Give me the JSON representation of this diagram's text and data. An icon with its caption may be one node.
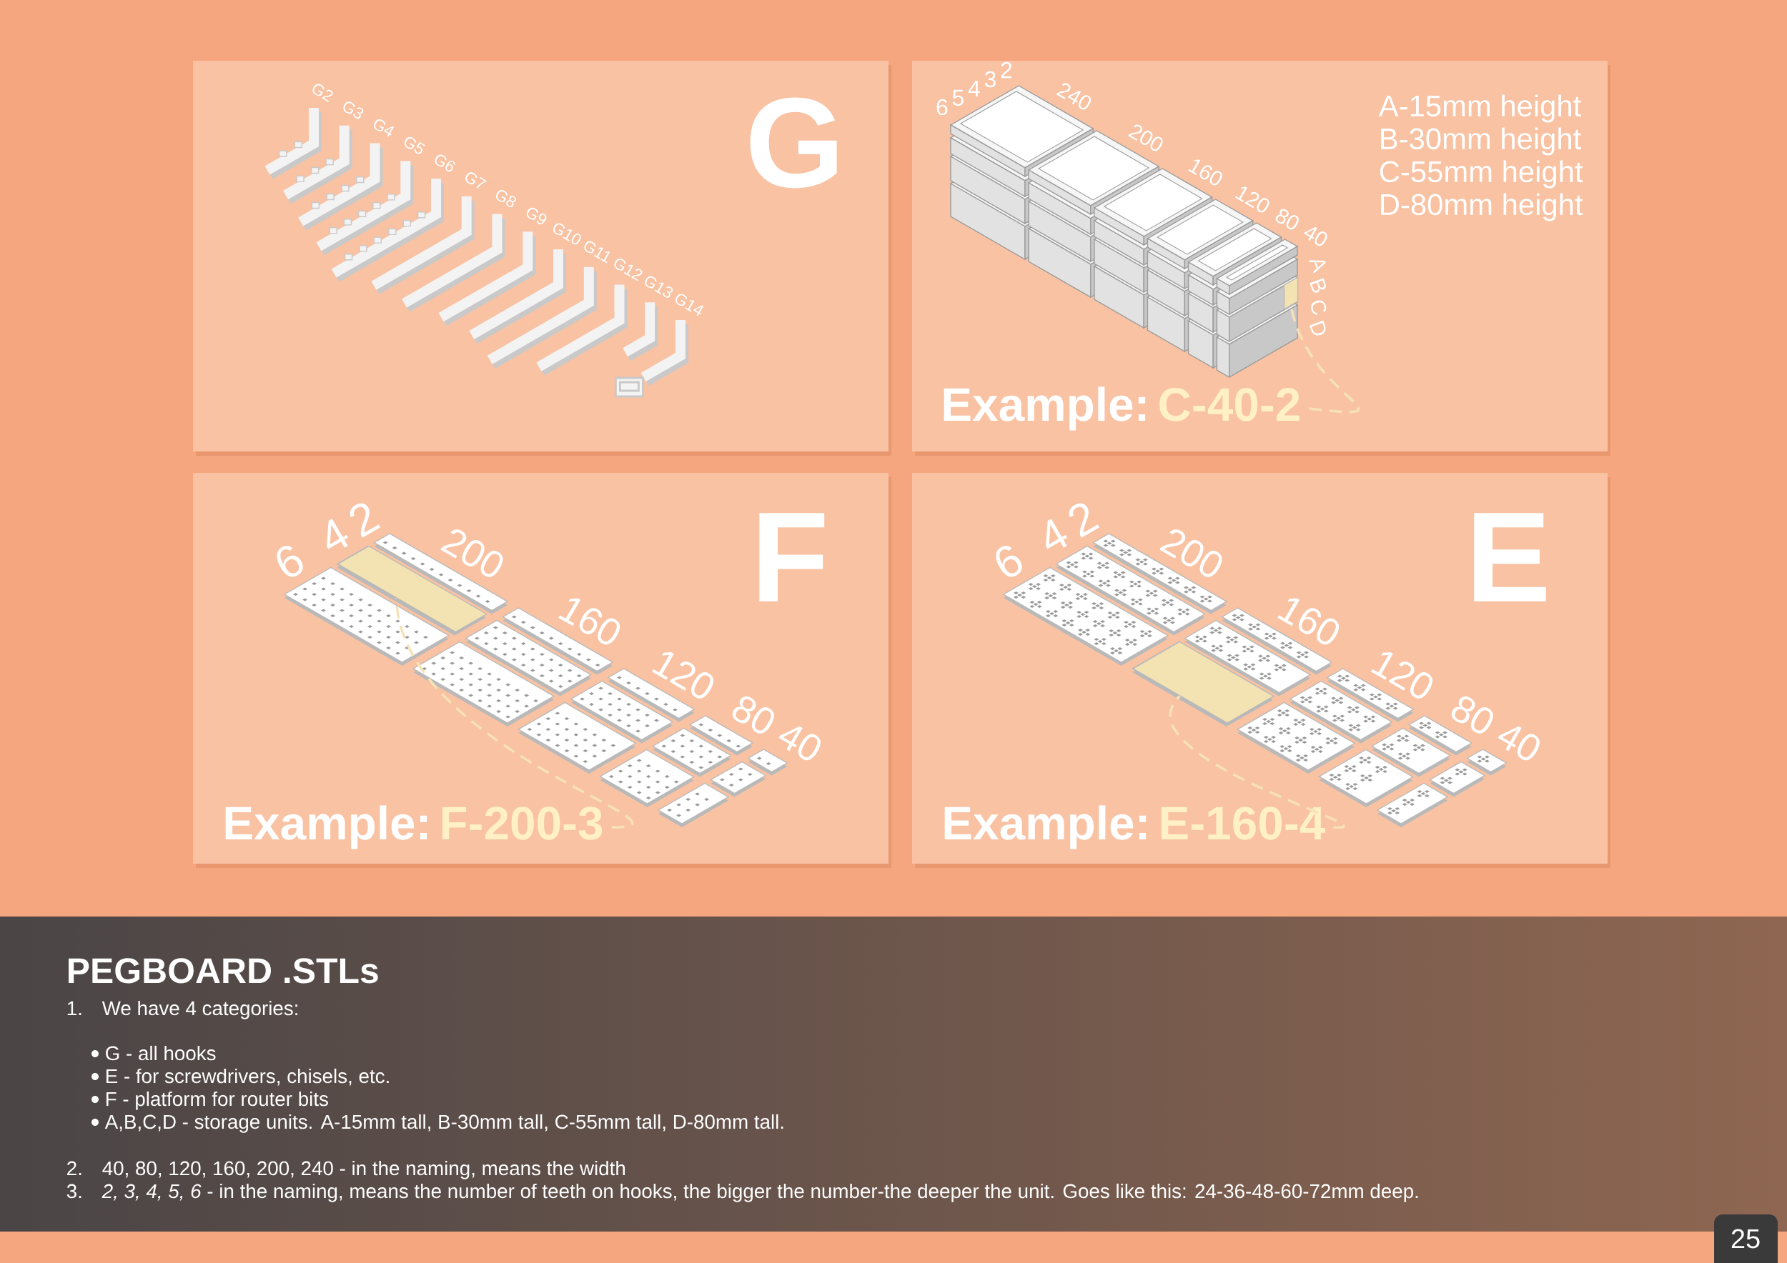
{
  "diagram": {
    "title": "PEGBOARD .STLs",
    "nodes": [
      {
        "text": [
          "Example:",
          "C-40-2"
        ]
      },
      {
        "text": [],
        "shape": "box"
      },
      {
        "text": [
          "Example:",
          "F-200-3"
        ]
      },
      {
        "text": [],
        "shape": "box"
      },
      {
        "text": [
          "Example:",
          "E-160-4"
        ]
      },
      {
        "text": [],
        "shape": "box"
      }
    ],
    "edges": [
      {
        "from": 0,
        "to": 1,
        "arrow": "none",
        "style": "dashed"
      },
      {
        "from": 2,
        "to": 3,
        "arrow": "none",
        "style": "dashed"
      },
      {
        "from": 4,
        "to": 5,
        "arrow": "none",
        "style": "dashed"
      }
    ],
    "labels": [
      "G2",
      "G3",
      "G4",
      "G5",
      "G6",
      "G7",
      "G8",
      "G9",
      "G10",
      "G11",
      "G12",
      "G13",
      "G14",
      "G",
      "6",
      "5",
      "4",
      "3",
      "2",
      "240",
      "200",
      "160",
      "120",
      "80",
      "40",
      "A",
      "B",
      "C",
      "D",
      "A-15mm height",
      "B-30mm height",
      "C-55mm height",
      "D-80mm height",
      "6",
      "4",
      "2",
      "200",
      "F",
      "160",
      "120",
      "80",
      "40",
      "6",
      "4",
      "2",
      "200",
      "E",
      "160",
      "120",
      "80",
      "40",
      "1.",
      "We have 4 categories:",
      "G - all hooks",
      "E - for screwdrivers, chisels, etc.",
      "F - platform for router bits",
      "A,B,C,D - storage units. A-15mm tall, B-30mm tall, C-55mm tall, D-80mm tall.",
      "2.",
      "40, 80, 120, 160, 200, 240 - in the naming, means the width",
      "3.",
      "*2, 3, 4, 5, 6* - in the naming, means the number of teeth on hooks, the bigger the number-the deeper the unit. Goes like this: 24-36-48-60-72mm deep.",
      "25"
    ]
  }
}
